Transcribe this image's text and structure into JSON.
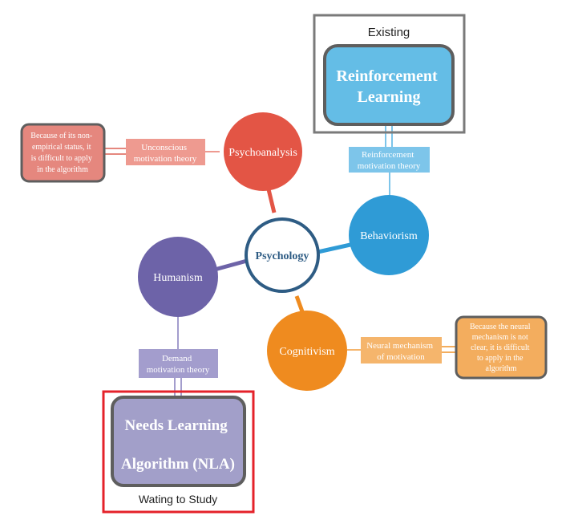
{
  "center": {
    "label": "Psychology",
    "color": "#2e5c84"
  },
  "branches": {
    "psychoanalysis": {
      "label": "Psychoanalysis",
      "color": "#e35545",
      "theory": [
        "Unconscious",
        "motivation theory"
      ],
      "theory_color": "#ee9a90",
      "note": [
        "Because of its non-",
        "empirical status, it",
        "is difficult to apply",
        "in the algorithm"
      ],
      "note_color": "#e5877e"
    },
    "behaviorism": {
      "label": "Behaviorism",
      "color": "#2f9bd6",
      "theory": [
        "Reinforcement",
        "motivation theory"
      ],
      "theory_color": "#7dc5ea"
    },
    "humanism": {
      "label": "Humanism",
      "color": "#6d63a8",
      "theory": [
        "Demand",
        "motivation theory"
      ],
      "theory_color": "#a39dcd"
    },
    "cognitivism": {
      "label": "Cognitivism",
      "color": "#ef8b1f",
      "theory": [
        "Neural mechanism",
        "of motivation"
      ],
      "theory_color": "#f5b56c",
      "note": [
        "Because the neural",
        "mechanism is not",
        "clear, it is difficult",
        "to apply in the",
        "algorithm"
      ],
      "note_color": "#f3ad5e"
    }
  },
  "existing": {
    "caption": "Existing",
    "title": [
      "Reinforcement",
      "Learning"
    ],
    "color": "#64bde6"
  },
  "waiting": {
    "caption": "Wating to Study",
    "title": [
      "Needs Learning",
      "Algorithm (NLA)"
    ],
    "color": "#a29fc9"
  },
  "colors": {
    "dark_border": "#5e5e5e",
    "frame_gray": "#7a7a7a",
    "frame_red": "#e4222a"
  }
}
